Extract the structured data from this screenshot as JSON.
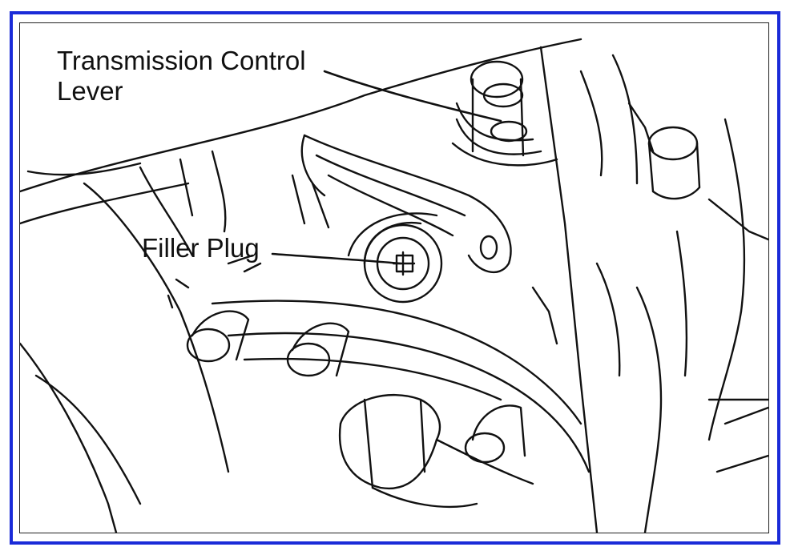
{
  "diagram": {
    "labels": {
      "transmission_control_lever": [
        "Transmission Control",
        "Lever"
      ],
      "filler_plug": "Filler Plug"
    },
    "colors": {
      "frame_border": "#1a2bd8",
      "line_art": "#111111",
      "background": "#ffffff"
    }
  }
}
